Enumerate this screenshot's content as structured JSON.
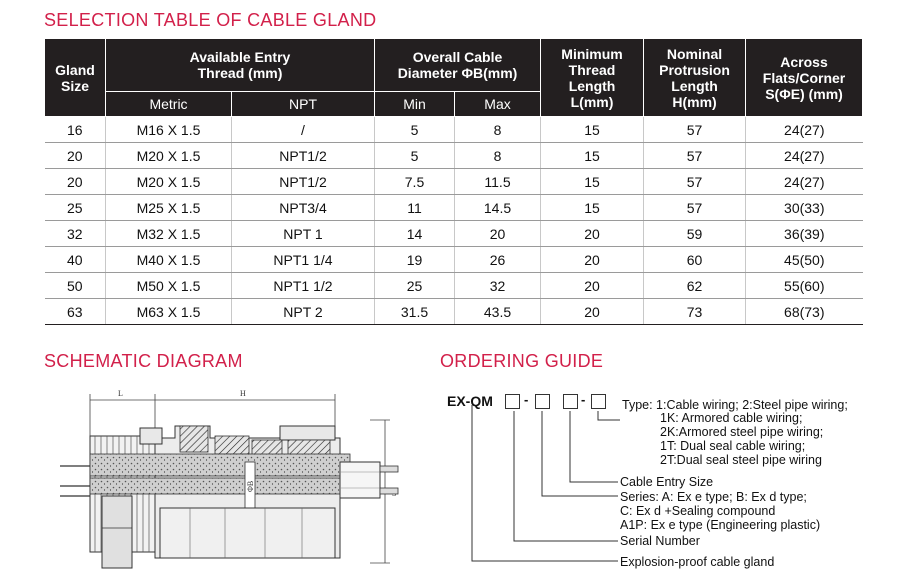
{
  "selection": {
    "title": "SELECTION TABLE OF CABLE GLAND",
    "headers": {
      "gland_size": "Gland Size",
      "thread": "Available Entry Thread (mm)",
      "metric": "Metric",
      "npt": "NPT",
      "diameter": "Overall Cable Diameter ΦB(mm)",
      "min": "Min",
      "max": "Max",
      "thread_length": "Minimum Thread Length L(mm)",
      "protrusion": "Nominal Protrusion Length H(mm)",
      "flats": "Across Flats/Corner S(ΦE) (mm)"
    },
    "rows": [
      {
        "size": "16",
        "metric": "M16 X 1.5",
        "npt": "/",
        "min": "5",
        "max": "8",
        "l": "15",
        "h": "57",
        "s": "24(27)"
      },
      {
        "size": "20",
        "metric": "M20 X 1.5",
        "npt": "NPT1/2",
        "min": "5",
        "max": "8",
        "l": "15",
        "h": "57",
        "s": "24(27)"
      },
      {
        "size": "20",
        "metric": "M20 X 1.5",
        "npt": "NPT1/2",
        "min": "7.5",
        "max": "11.5",
        "l": "15",
        "h": "57",
        "s": "24(27)"
      },
      {
        "size": "25",
        "metric": "M25 X 1.5",
        "npt": "NPT3/4",
        "min": "11",
        "max": "14.5",
        "l": "15",
        "h": "57",
        "s": "30(33)"
      },
      {
        "size": "32",
        "metric": "M32 X 1.5",
        "npt": "NPT 1",
        "min": "14",
        "max": "20",
        "l": "20",
        "h": "59",
        "s": "36(39)"
      },
      {
        "size": "40",
        "metric": "M40 X 1.5",
        "npt": "NPT1 1/4",
        "min": "19",
        "max": "26",
        "l": "20",
        "h": "60",
        "s": "45(50)"
      },
      {
        "size": "50",
        "metric": "M50 X 1.5",
        "npt": "NPT1 1/2",
        "min": "25",
        "max": "32",
        "l": "20",
        "h": "62",
        "s": "55(60)"
      },
      {
        "size": "63",
        "metric": "M63 X 1.5",
        "npt": "NPT 2",
        "min": "31.5",
        "max": "43.5",
        "l": "20",
        "h": "73",
        "s": "68(73)"
      }
    ]
  },
  "schematic": {
    "title": "SCHEMATIC DIAGRAM",
    "label_l": "L",
    "label_h": "H",
    "label_b": "ΦB",
    "label_s": "S"
  },
  "ordering": {
    "title": "ORDERING GUIDE",
    "code_prefix": "EX-QM",
    "type_lines": [
      "Type: 1:Cable wiring; 2:Steel pipe wiring;",
      "1K: Armored cable wiring;",
      "2K:Armored steel pipe wiring;",
      "1T: Dual seal cable wiring;",
      "2T:Dual seal steel pipe wiring"
    ],
    "entry_size": "Cable Entry Size",
    "series_lines": [
      "Series: A: Ex e type; B: Ex d type;",
      "C: Ex d +Sealing compound",
      "A1P: Ex e type (Engineering plastic)"
    ],
    "serial": "Serial Number",
    "product": "Explosion-proof cable gland"
  }
}
